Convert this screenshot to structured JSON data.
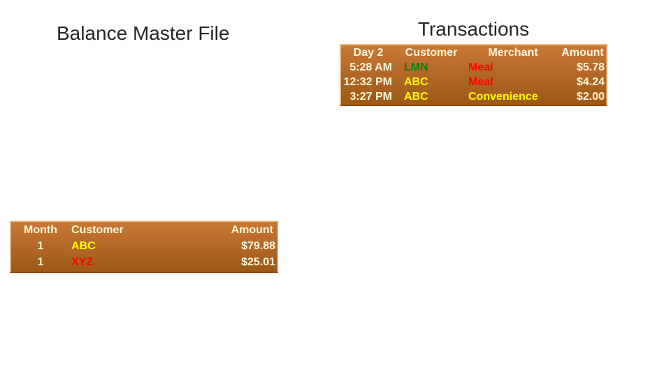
{
  "slide": {
    "left_title": "Balance Master File",
    "right_title": "Transactions"
  },
  "colors": {
    "title_text": "#262626",
    "table_gradient_top": "#c97a33",
    "table_gradient_bottom": "#9e5916",
    "table_border_light": "#e6ba8b",
    "table_border_dark": "#8f4a15",
    "header_text": "#fff8dc",
    "value_text": "#fff8dc",
    "green": "#0e7d0e",
    "yellow": "#ffff00",
    "red": "#ff0000"
  },
  "transactions_table": {
    "headers": [
      "Day 2",
      "Customer",
      "Merchant",
      "Amount"
    ],
    "rows": [
      {
        "time": "5:28 AM",
        "customer": "LMN",
        "customer_color": "#0e7d0e",
        "merchant": "Meal",
        "merchant_color": "#ff0000",
        "amount": "$5.78"
      },
      {
        "time": "12:32 PM",
        "customer": "ABC",
        "customer_color": "#ffff00",
        "merchant": "Meal",
        "merchant_color": "#ff0000",
        "amount": "$4.24"
      },
      {
        "time": "3:27 PM",
        "customer": "ABC",
        "customer_color": "#ffff00",
        "merchant": "Convenience",
        "merchant_color": "#ffff00",
        "amount": "$2.00"
      }
    ]
  },
  "balance_table": {
    "headers": [
      "Month",
      "Customer",
      "Amount"
    ],
    "rows": [
      {
        "month": "1",
        "customer": "ABC",
        "customer_color": "#ffff00",
        "amount": "$79.88"
      },
      {
        "month": "1",
        "customer": "XYZ",
        "customer_color": "#ff0000",
        "amount": "$25.01"
      }
    ]
  }
}
